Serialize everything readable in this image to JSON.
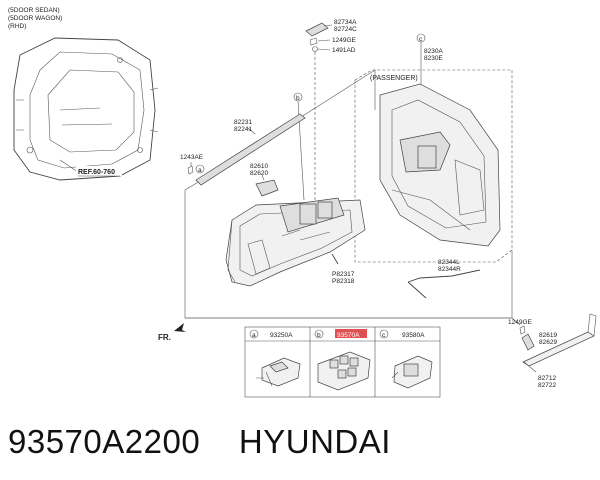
{
  "header_notes": [
    "(5DOOR SEDAN)",
    "(5DOOR WAGON)",
    "(RHD)"
  ],
  "ref_label": "REF.60-760",
  "passenger_label": "(PASSENGER)",
  "fr_label": "FR.",
  "callouts": {
    "c82734": [
      "82734A",
      "82724C"
    ],
    "c1249ge_top": "1249GE",
    "c1491ad": "1491AD",
    "c8230": [
      "8230A",
      "8230E"
    ],
    "c82231": [
      "82231",
      "82241"
    ],
    "c1243ae": "1243AE",
    "c82610": [
      "82610",
      "82620"
    ],
    "cp82317": [
      "P82317",
      "P82318"
    ],
    "c82344": [
      "82344L",
      "82344R"
    ],
    "c1249ge_bottom": "1249GE",
    "c82619": [
      "82619",
      "82629"
    ],
    "c82712": [
      "82712",
      "82722"
    ]
  },
  "markers": {
    "a": "a",
    "b": "b",
    "c": "c"
  },
  "switch_table": [
    {
      "marker": "a",
      "part": "93250A"
    },
    {
      "marker": "b",
      "part": "93570A",
      "highlight_color": "#e05050"
    },
    {
      "marker": "c",
      "part": "93580A"
    }
  ],
  "caption": {
    "part_number": "93570A2200",
    "brand": "HYUNDAI"
  }
}
